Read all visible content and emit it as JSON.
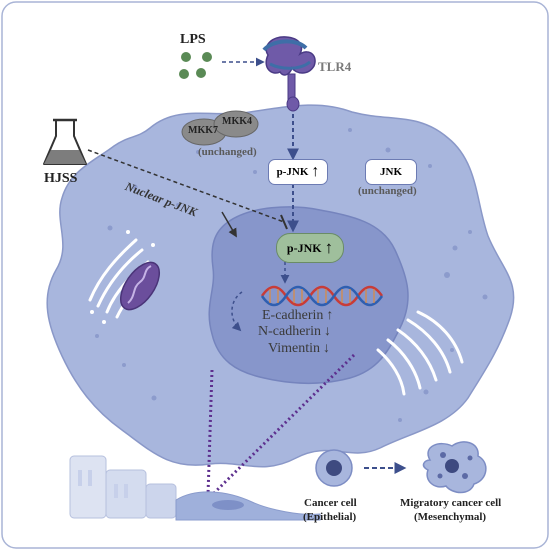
{
  "labels": {
    "lps": "LPS",
    "tlr4": "TLR4",
    "hjss": "HJSS",
    "mkk7": "MKK7",
    "mkk4": "MKK4",
    "mkk_status": "(unchanged)",
    "pjnk_cyto": "p-JNK",
    "jnk": "JNK",
    "jnk_status": "(unchanged)",
    "nuclear_pjnk": "Nuclear p-JNK",
    "pjnk_nuc": "p-JNK",
    "e_cadherin": "E-cadherin",
    "n_cadherin": "N-cadherin",
    "vimentin": "Vimentin",
    "cancer_cell": "Cancer cell",
    "cancer_cell_type": "(Epithelial)",
    "migratory_cell": "Migratory cancer cell",
    "migratory_cell_type": "(Mesenchymal)"
  },
  "arrows": {
    "up": "↑",
    "down": "↓"
  },
  "colors": {
    "border": "#a9b4d6",
    "cell": "#a8b6dd",
    "nucleus": "#8796cb",
    "pjnk_fill": "#9fbf9c",
    "mkk_fill": "#8a8a8a",
    "receptor": "#6f5aa8",
    "receptor_outer": "#3e6ea7",
    "dashed_signal": "#3d4f8c",
    "dotted_line": "#5d2f8e",
    "lps_dot": "#5a8a55",
    "dna_red": "#c83c38",
    "dna_blue": "#2f5fb0"
  }
}
